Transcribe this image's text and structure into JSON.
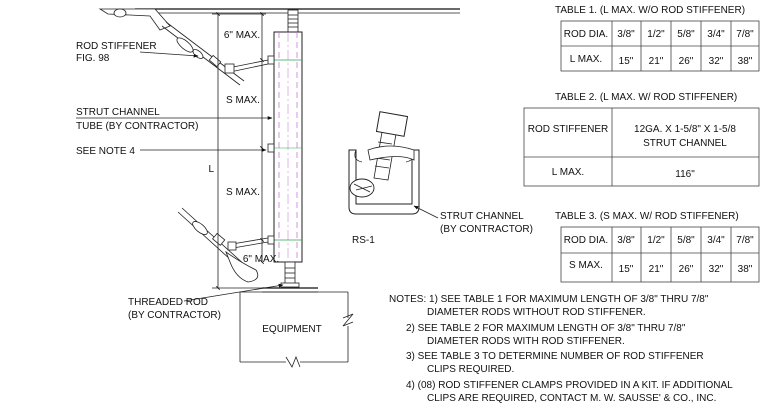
{
  "labels": {
    "rod_stiffener": "ROD STIFFENER",
    "fig": "FIG. 98",
    "strut_tube_1": "STRUT CHANNEL",
    "strut_tube_2": "TUBE (BY CONTRACTOR)",
    "see_note": "SEE NOTE 4",
    "dim_top": "6\" MAX.",
    "dim_s1": "S MAX.",
    "dim_l": "L",
    "dim_s2": "S MAX.",
    "dim_bottom": "6\" MAX.",
    "threaded_1": "THREADED ROD",
    "threaded_2": "(BY CONTRACTOR)",
    "equipment": "EQUIPMENT",
    "strut_channel_1": "STRUT CHANNEL",
    "strut_channel_2": "(BY CONTRACTOR)",
    "rs1": "RS-1"
  },
  "table1": {
    "title": "TABLE 1.  (L MAX. W/O ROD STIFFENER)",
    "rows": [
      [
        "ROD DIA.",
        "3/8\"",
        "1/2\"",
        "5/8\"",
        "3/4\"",
        "7/8\""
      ],
      [
        "L MAX.",
        "15\"",
        "21\"",
        "26\"",
        "32\"",
        "38\""
      ]
    ]
  },
  "table2": {
    "title": "TABLE 2.  (L MAX. W/ ROD STIFFENER)",
    "row1_label": "ROD STIFFENER",
    "row1_value_1": "12GA. X 1-5/8\" X 1-5/8",
    "row1_value_2": "STRUT CHANNEL",
    "row2_label": "L MAX.",
    "row2_value": "116\""
  },
  "table3": {
    "title": "TABLE 3.  (S MAX. W/ ROD STIFFENER)",
    "rows": [
      [
        "ROD DIA.",
        "3/8\"",
        "1/2\"",
        "5/8\"",
        "3/4\"",
        "7/8\""
      ],
      [
        "S MAX.",
        "15\"",
        "21\"",
        "26\"",
        "32\"",
        "38\""
      ]
    ]
  },
  "notes": [
    "NOTES: 1) SEE TABLE 1 FOR MAXIMUM LENGTH OF 3/8\" THRU 7/8\"",
    "DIAMETER RODS WITHOUT ROD STIFFENER.",
    "2) SEE TABLE 2 FOR MAXIMUM LENGTH OF 3/8\" THRU 7/8\"",
    "DIAMETER RODS WITH ROD STIFFENER.",
    "3) SEE TABLE 3 TO DETERMINE NUMBER OF ROD STIFFENER",
    "CLIPS REQUIRED.",
    "4) (08) ROD STIFFENER CLAMPS PROVIDED IN A KIT. IF ADDITIONAL",
    "CLIPS ARE REQUIRED, CONTACT M. W. SAUSSE' & CO., INC."
  ]
}
